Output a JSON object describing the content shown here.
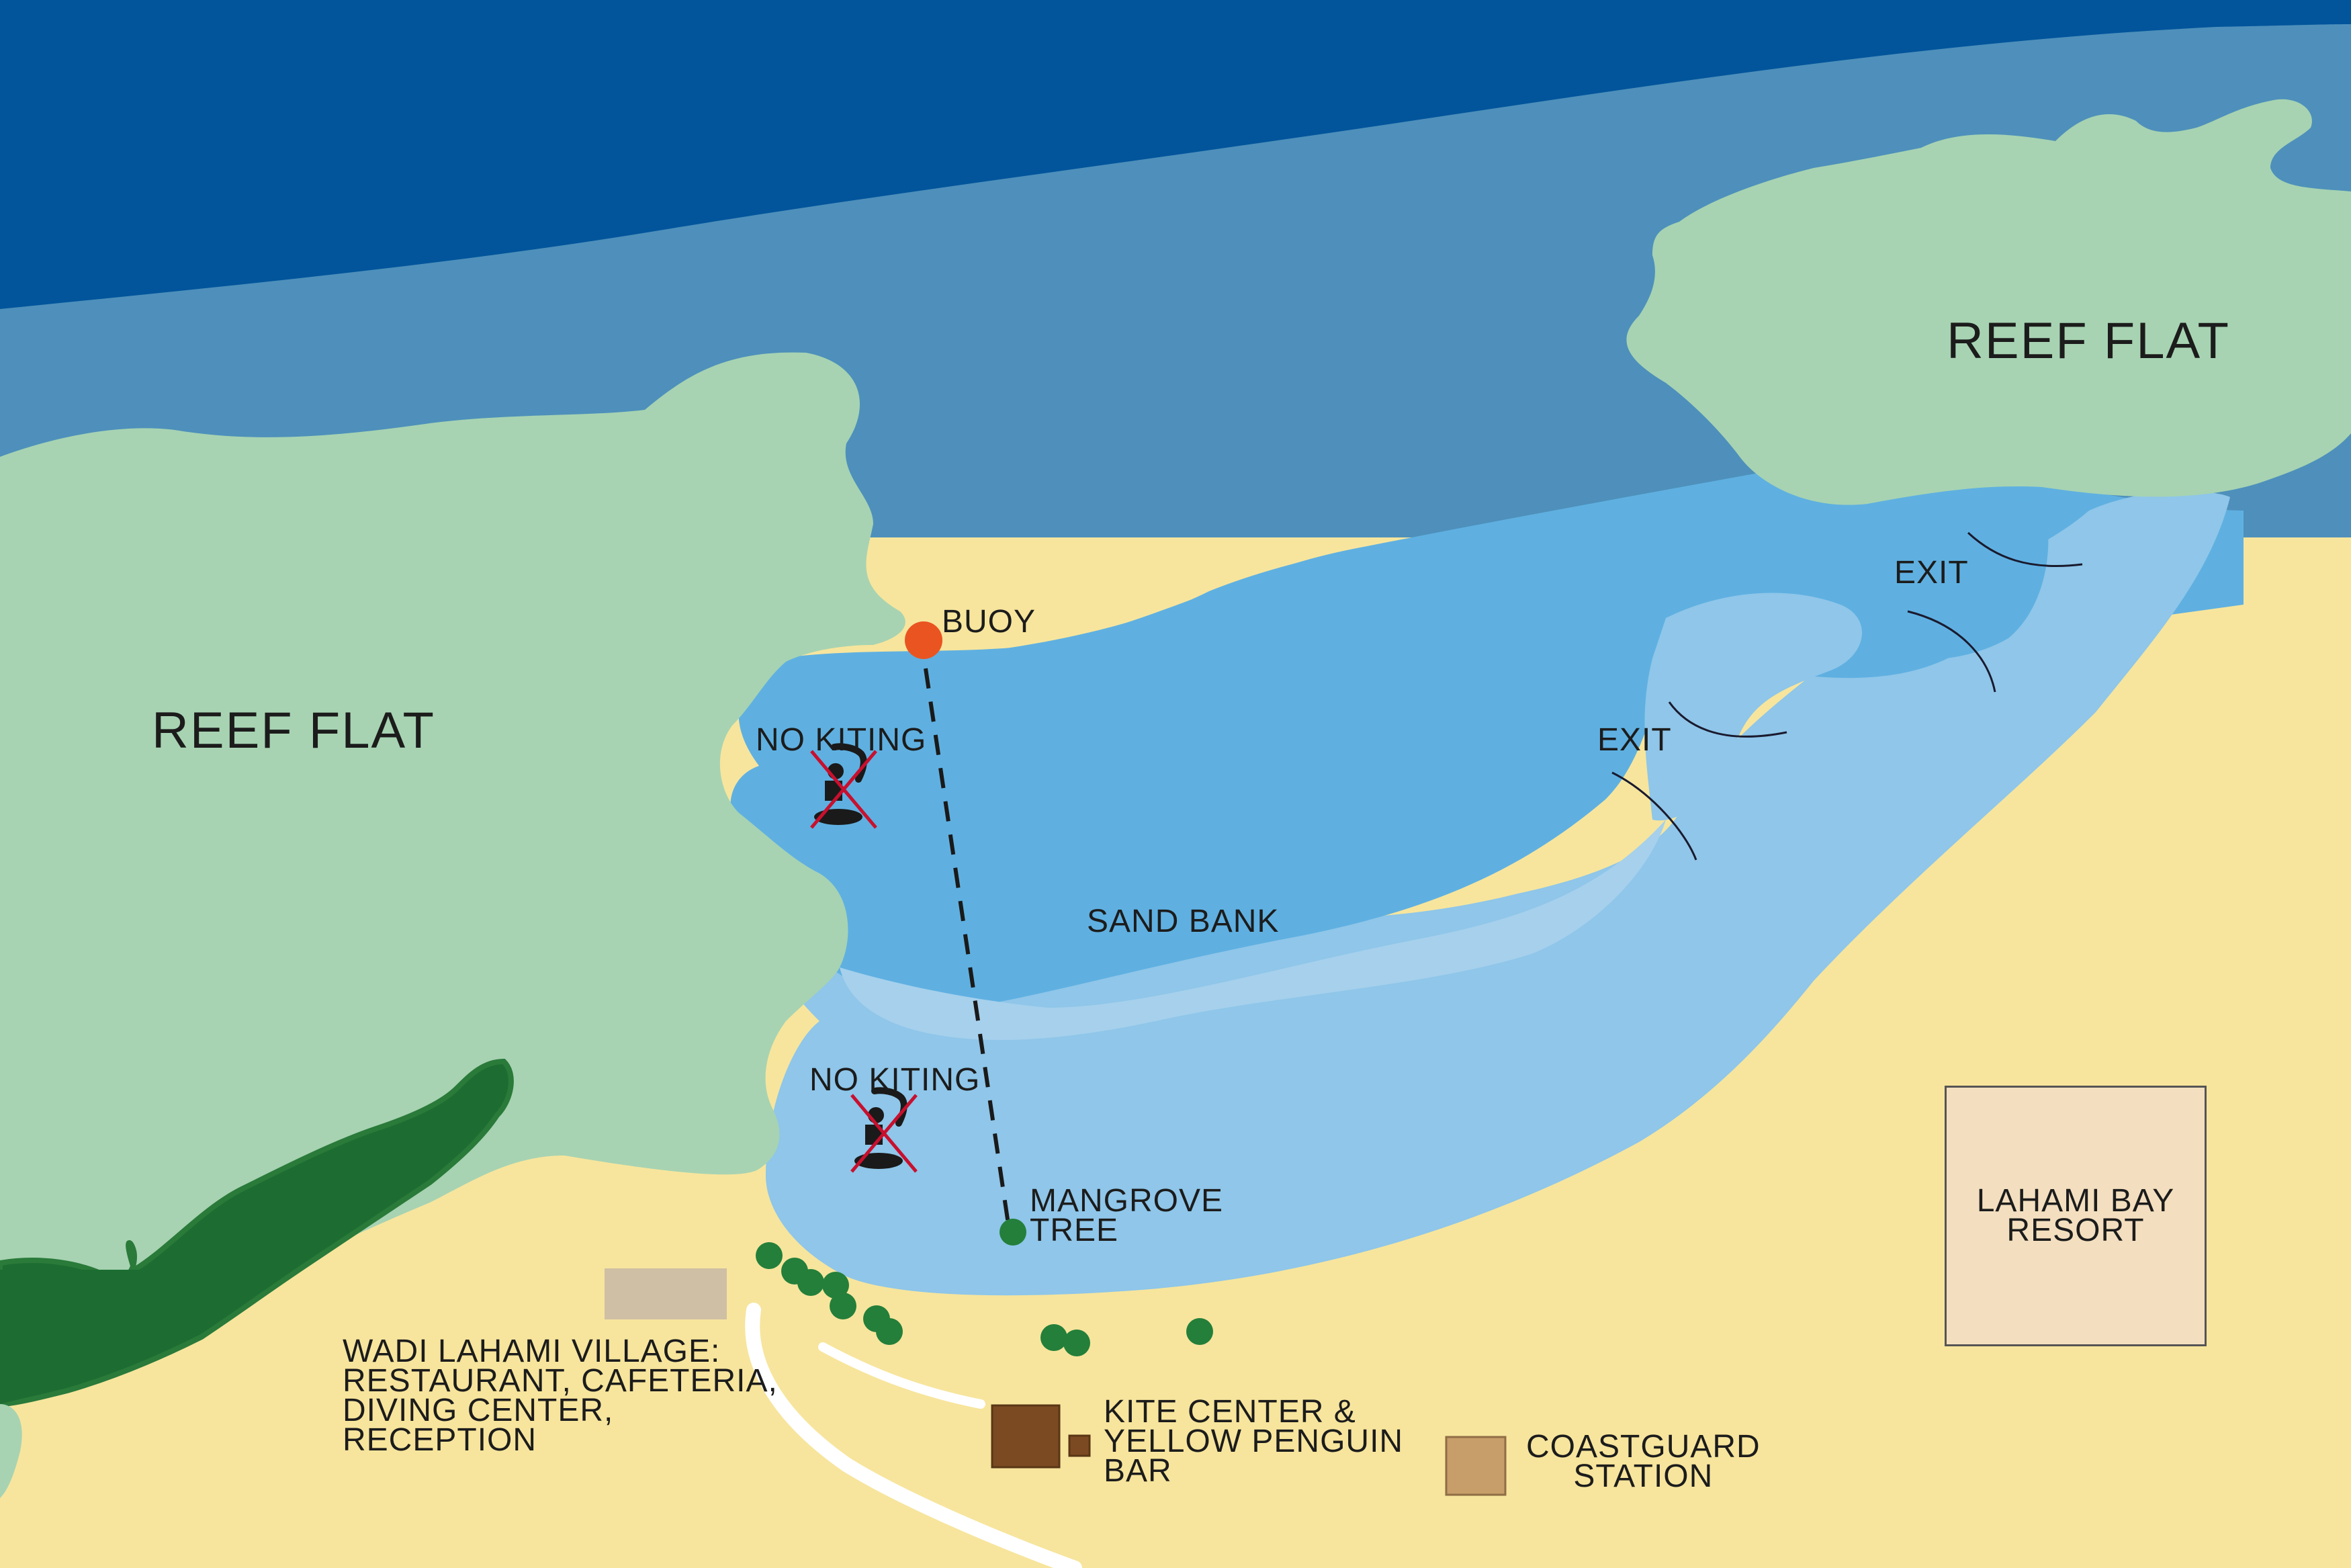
{
  "map": {
    "colors": {
      "deep_sea": "#02559b",
      "reef_slope": "#4e90bb",
      "lagoon": "#5fb0e1",
      "shallow": "#8fc6e9",
      "sandbank": "#a6d0ec",
      "reef_flat": "#a7d3b2",
      "beach": "#f7e59d",
      "mangrove_dark": "#1d6d32",
      "tree_dot": "#237f3a",
      "buoy": "#ea5421",
      "kite_center": "#7b4a22",
      "coastguard": "#c79e6a",
      "village_building": "#cfbfa4",
      "resort": "#f3dfbf"
    }
  },
  "labels": {
    "reef_flat_west": "REEF FLAT",
    "reef_flat_east": "REEF FLAT",
    "buoy": "BUOY",
    "no_kiting_north": "NO KITING",
    "no_kiting_south": "NO KITING",
    "sand_bank": "SAND BANK",
    "exit_west": "EXIT",
    "exit_east": "EXIT",
    "mangrove_tree": "MANGROVE\nTREE",
    "wadi_village": "WADI LAHAMI VILLAGE:\nRESTAURANT, CAFETERIA,\nDIVING CENTER,\nRECEPTION",
    "kite_center": "KITE CENTER &\nYELLOW PENGUIN\nBAR",
    "coastguard": "COASTGUARD\nSTATION",
    "resort": "LAHAMI BAY\nRESORT"
  },
  "icons": {
    "no_kiting_north": "no-kiting-icon",
    "no_kiting_south": "no-kiting-icon",
    "buoy": "buoy-marker",
    "mangrove": "tree-marker"
  }
}
